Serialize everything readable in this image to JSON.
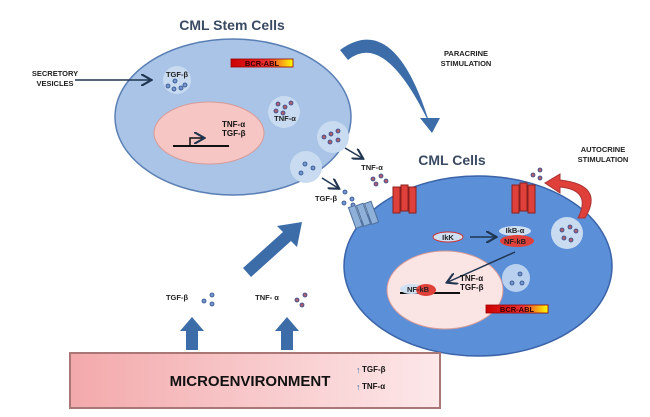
{
  "stem_cell": {
    "title": "CML Stem Cells",
    "oncogene": "BCR-ABL",
    "vesicle_tgf": "TGF-β",
    "vesicle_tnf": "TNF-α",
    "nucleus_genes": [
      "TNF-α",
      "TGF-β"
    ]
  },
  "secretory": [
    "SECRETORY",
    "VESICLES"
  ],
  "paracrine": [
    "PARACRINE",
    "STIMULATION"
  ],
  "autocrine": [
    "AUTOCRINE",
    "STIMULATION"
  ],
  "released": {
    "tnf": "TNF-α",
    "tgf": "TGF-β"
  },
  "cml_cell": {
    "title": "CML Cells",
    "ikk": "IkK",
    "ikb": "IkB-α",
    "nfkb": "NF-kB",
    "nucleus_nfkb": "NF-kB",
    "nucleus_genes": [
      "TNF-α",
      "TGF-β"
    ],
    "oncogene": "BCR-ABL"
  },
  "bottom": {
    "tgf": "TGF-β",
    "tnf": "TNF- α"
  },
  "microenvironment": {
    "label": "MICROENVIRONMENT",
    "up_items": [
      "TGF-β",
      "TNF-α"
    ]
  },
  "colors": {
    "cell_stem": "#a9c4e6",
    "cell_cml": "#5b8fd8",
    "nucleus": "#f5c6c4",
    "arrow": "#3d6da8",
    "red": "#e0403a"
  }
}
